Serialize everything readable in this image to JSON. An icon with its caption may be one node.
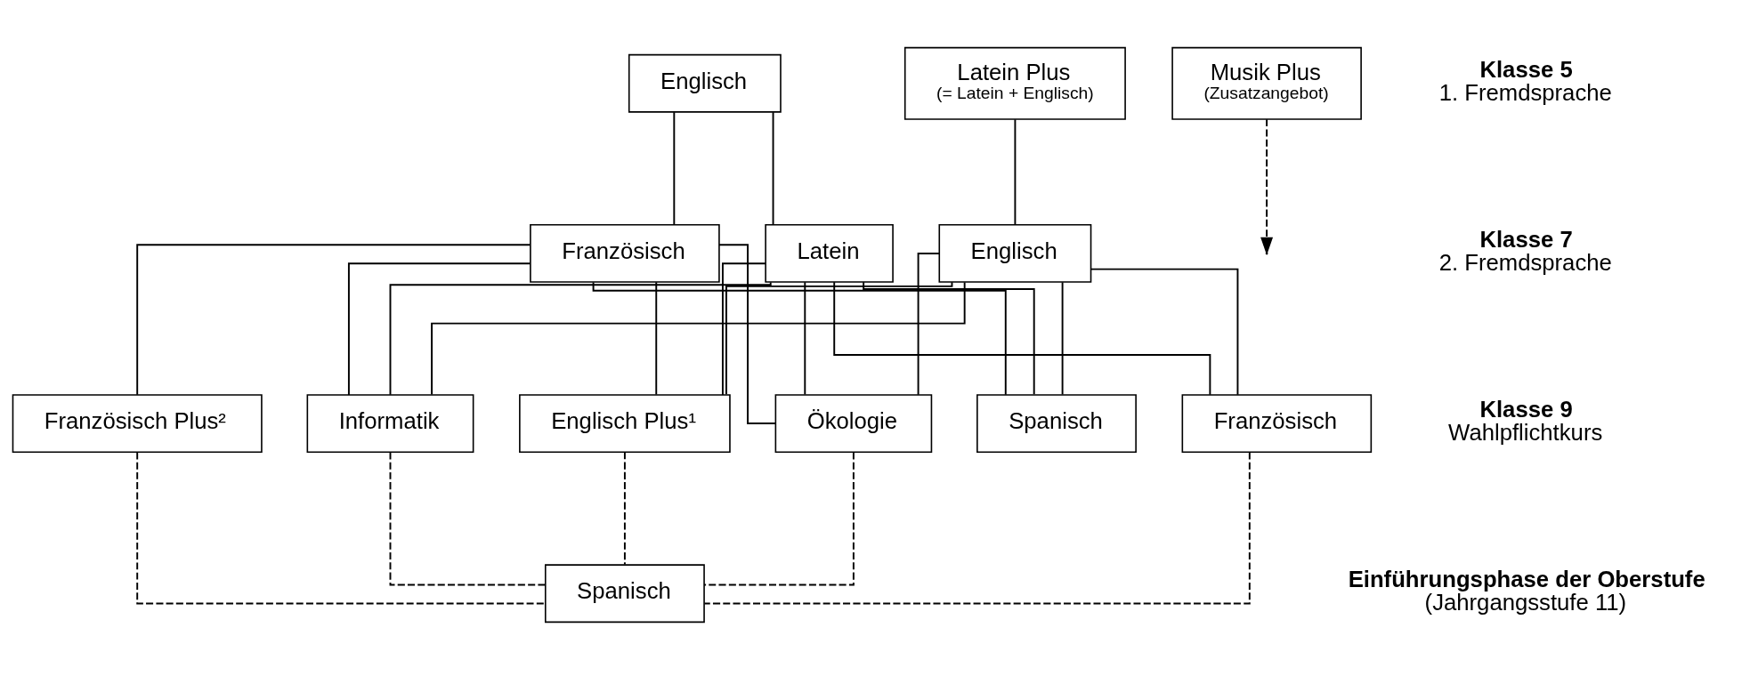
{
  "diagram": {
    "nodes": [
      {
        "text": [
          "Latein Plus",
          "(= Latein + Englisch)"
        ]
      },
      {
        "text": [
          "Englisch"
        ]
      },
      {
        "text": [
          "Musik Plus",
          "(Zusatzangebot)"
        ]
      },
      {
        "text": [
          "Englisch"
        ]
      },
      {
        "text": [
          "Latein"
        ]
      },
      {
        "text": [
          "Französisch"
        ]
      },
      {
        "text": [
          "Französisch"
        ]
      },
      {
        "text": [
          "Spanisch"
        ]
      },
      {
        "text": [
          "Informatik"
        ]
      },
      {
        "text": [
          "Englisch Plus¹"
        ]
      },
      {
        "text": [
          "Ökologie"
        ]
      },
      {
        "text": [
          "Französisch Plus²"
        ]
      },
      {
        "text": [
          "Spanisch"
        ]
      }
    ],
    "edges": [
      {
        "from": 0,
        "to": 3,
        "arrow": "none"
      },
      {
        "from": 1,
        "to": 4,
        "arrow": "none"
      },
      {
        "from": 1,
        "to": 5,
        "arrow": "none"
      },
      {
        "from": 3,
        "to": 6,
        "arrow": "none"
      },
      {
        "from": 3,
        "to": 7,
        "arrow": "none"
      },
      {
        "from": 3,
        "to": 8,
        "arrow": "none"
      },
      {
        "from": 3,
        "to": 9,
        "arrow": "none"
      },
      {
        "from": 3,
        "to": 10,
        "arrow": "none"
      },
      {
        "from": 4,
        "to": 6,
        "arrow": "none"
      },
      {
        "from": 4,
        "to": 7,
        "arrow": "none"
      },
      {
        "from": 4,
        "to": 8,
        "arrow": "none"
      },
      {
        "from": 4,
        "to": 9,
        "arrow": "none"
      },
      {
        "from": 4,
        "to": 10,
        "arrow": "none"
      },
      {
        "from": 5,
        "to": 7,
        "arrow": "none"
      },
      {
        "from": 5,
        "to": 8,
        "arrow": "none"
      },
      {
        "from": 5,
        "to": 9,
        "arrow": "none"
      },
      {
        "from": 5,
        "to": 10,
        "arrow": "none"
      },
      {
        "from": 5,
        "to": 11,
        "arrow": "none"
      },
      {
        "from": 6,
        "to": 12,
        "arrow": "none",
        "style": "dashed"
      },
      {
        "from": 8,
        "to": 12,
        "arrow": "none",
        "style": "dashed"
      },
      {
        "from": 9,
        "to": 12,
        "arrow": "none",
        "style": "dashed"
      },
      {
        "from": 10,
        "to": 12,
        "arrow": "none",
        "style": "dashed"
      },
      {
        "from": 11,
        "to": 12,
        "arrow": "none",
        "style": "dashed"
      },
      {
        "from": 2,
        "to": null,
        "arrow": "to",
        "style": "dashed"
      }
    ],
    "labels": [
      "Klasse 5",
      "1. Fremdsprache",
      "Klasse 7",
      "2. Fremdsprache",
      "Klasse 9",
      "Wahlpflichtkurs",
      "Einführungsphase der Oberstufe",
      "(Jahrgangsstufe 11)"
    ]
  }
}
